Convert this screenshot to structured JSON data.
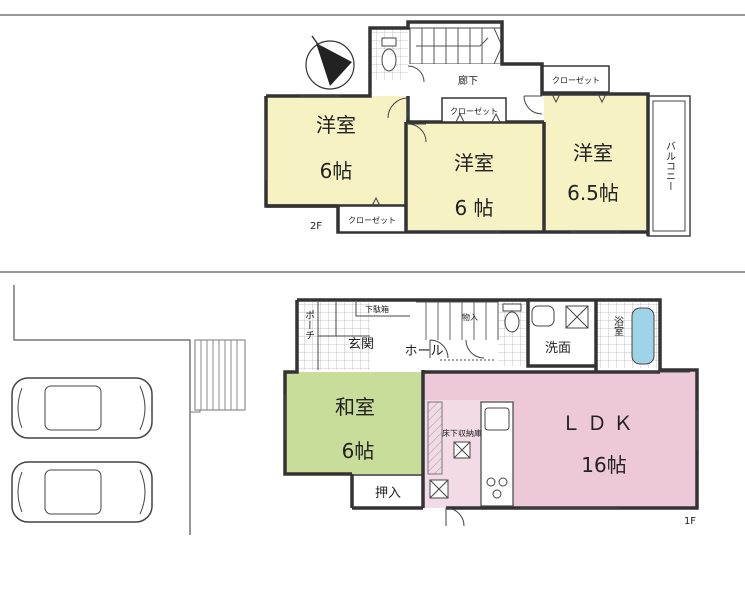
{
  "floor2": {
    "rooms": [
      {
        "name": "洋室",
        "size": "6帖"
      },
      {
        "name": "洋室",
        "size": "6 帖"
      },
      {
        "name": "洋室",
        "size": "6.5帖"
      }
    ],
    "corridor": "廊下",
    "closet": "クローゼット",
    "balcony": "バルコニー",
    "floor_label": "2F"
  },
  "floor1": {
    "ldk": {
      "name": "ＬＤＫ",
      "size": "16帖"
    },
    "washitsu": {
      "name": "和室",
      "size": "6帖"
    },
    "oshiire": "押入",
    "genkan": "玄関",
    "hall": "ホール",
    "senmen": "洗面",
    "yokushitsu": "浴室",
    "monoire": "物入",
    "porch": "ポーチ",
    "shitabako": "下駄箱",
    "yukashita": "床下収納庫",
    "floor_label": "1F"
  },
  "colors": {
    "western_room": "#f7f2c4",
    "japanese_room": "#c9dd9a",
    "ldk": "#ecc8d9",
    "bath": "#9fd3e8",
    "kitchen_floor": "#f2dbe6",
    "wall": "#333333",
    "tile": "#dddddd"
  },
  "icons": {
    "compass": "north-arrow-icon",
    "car": "car-icon",
    "toilet": "toilet-icon",
    "bathtub": "bathtub-icon",
    "sink": "sink-icon",
    "stove": "stove-icon",
    "stairs": "stairs-icon"
  }
}
